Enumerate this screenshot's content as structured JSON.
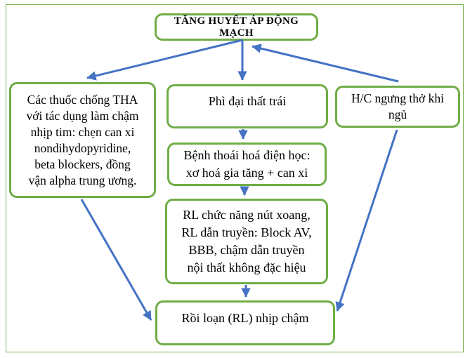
{
  "diagram": {
    "type": "flowchart",
    "nodes": {
      "hypertension": {
        "label": "TĂNG HUYẾT ÁP ĐỘNG MẠCH"
      },
      "drugs": {
        "label": "Các thuốc chống THA\nvới tác dụng làm chậm\nnhịp tim: chẹn can xi\nnondihydopyridine,\nbeta blockers, đồng\nvận alpha trung ương."
      },
      "lvh": {
        "label": "Phì đại thất trái"
      },
      "apnea": {
        "label": "H/C ngưng thở khi\nngủ"
      },
      "degeneration": {
        "label": "Bệnh thoái hoá điện học:\nxơ hoá gia tăng + can xi"
      },
      "conduction": {
        "label": "RL chức năng nút xoang,\nRL dẫn truyền: Block AV,\nBBB, chậm dẫn truyền\nnội thất không đặc hiệu"
      },
      "bradycardia": {
        "label": "Rồi loạn (RL) nhịp chậm"
      }
    },
    "edges": [
      {
        "from": "hypertension",
        "to": "drugs"
      },
      {
        "from": "hypertension",
        "to": "lvh"
      },
      {
        "from": "apnea",
        "to": "hypertension"
      },
      {
        "from": "lvh",
        "to": "degeneration"
      },
      {
        "from": "degeneration",
        "to": "conduction"
      },
      {
        "from": "conduction",
        "to": "bradycardia"
      },
      {
        "from": "drugs",
        "to": "bradycardia"
      },
      {
        "from": "apnea",
        "to": "bradycardia"
      }
    ],
    "colors": {
      "box_border": "#70AD47",
      "arrow": "#4472C4",
      "text": "#000000",
      "outer_border": "#79B254"
    }
  }
}
